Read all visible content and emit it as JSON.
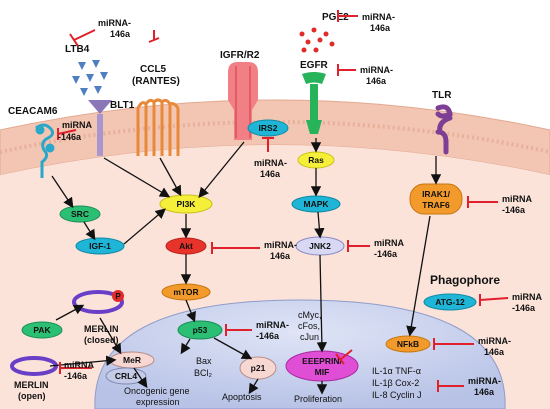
{
  "receptors": {
    "ltb4": "LTB4",
    "blt1": "BLT1",
    "ccl5": "CCL5",
    "rantes": "(RANTES)",
    "igfr": "IGFR/R2",
    "egfr": "EGFR",
    "pge2": "PGE2",
    "tlr": "TLR",
    "ceacam6": "CEACAM6"
  },
  "nodes": {
    "src": "SRC",
    "igf1": "IGF-1",
    "pi3k": "PI3K",
    "akt": "Akt",
    "mtor": "mTOR",
    "p53": "p53",
    "p21": "p21",
    "irs2": "IRS2",
    "ras": "Ras",
    "mapk": "MAPK",
    "jnk2": "JNK2",
    "irak1": "IRAK1/",
    "traf6": "TRAF6",
    "atg12": "ATG-12",
    "nfkb": "NFkB",
    "pak": "PAK",
    "mer": "MeR",
    "crl4": "CRL4",
    "eeeprin": "EEEPRIN/",
    "mif": "MIF",
    "p_badge": "P"
  },
  "labels": {
    "phagophore": "Phagophore",
    "merlin_closed_1": "MERLIN",
    "merlin_closed_2": "(closed)",
    "merlin_open_1": "MERLIN",
    "merlin_open_2": "(open)",
    "oncogenic_1": "Oncogenic gene",
    "oncogenic_2": "expression",
    "bax": "Bax",
    "bcl2": "BCl₂",
    "apoptosis": "Apoptosis",
    "proliferation": "Proliferation",
    "cmyc": "cMyc,",
    "cfos": "cFos,",
    "cjun": "cJun",
    "cytokines": [
      "IL-1α  TNF-α",
      "IL-1β  Cox-2",
      "IL-8    Cyclin J"
    ]
  },
  "mirna": {
    "line1": "miRNA-",
    "line2": "146a",
    "line1_alt": "miRNA",
    "line2_alt": "-146a"
  },
  "colors": {
    "inhibit": "#e0202a",
    "membrane": "#f2c6b3",
    "nucleus": "#c9d2ec",
    "yellow": "#f5ef3a",
    "cyan": "#1fb5d6",
    "red_node": "#e8332b",
    "orange": "#f39a2d",
    "green": "#2bbf74",
    "magenta": "#e04ed6"
  }
}
